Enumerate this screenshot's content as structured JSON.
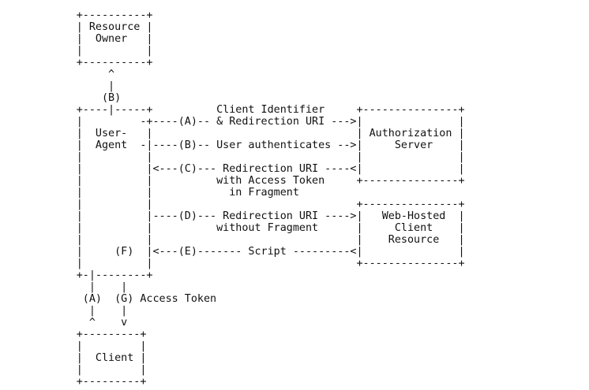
{
  "diagram": {
    "lines": [
      "            +----------+",
      "            | Resource |",
      "            |  Owner   |",
      "            |          |",
      "            +----------+",
      "                 ^",
      "                 |",
      "                (B)",
      "            +----|-----+          Client Identifier     +---------------+",
      "            |         -+----(A)-- & Redirection URI --->|               |",
      "            |  User-   |                                | Authorization |",
      "            |  Agent  -|----(B)-- User authenticates -->|     Server    |",
      "            |          |                                |               |",
      "            |          |<---(C)--- Redirection URI ----<|               |",
      "            |          |          with Access Token     +---------------+",
      "            |          |            in Fragment",
      "            |          |                                +---------------+",
      "            |          |----(D)--- Redirection URI ---->|   Web-Hosted  |",
      "            |          |          without Fragment      |     Client    |",
      "            |          |                                |    Resource   |",
      "            |     (F)  |<---(E)------- Script ---------<|               |",
      "            |          |                                +---------------+",
      "            +-|--------+",
      "              |    |",
      "             (A)  (G) Access Token",
      "              |    |",
      "              ^    v",
      "            +---------+",
      "            |         |",
      "            |  Client |",
      "            |         |",
      "            +---------+"
    ]
  }
}
